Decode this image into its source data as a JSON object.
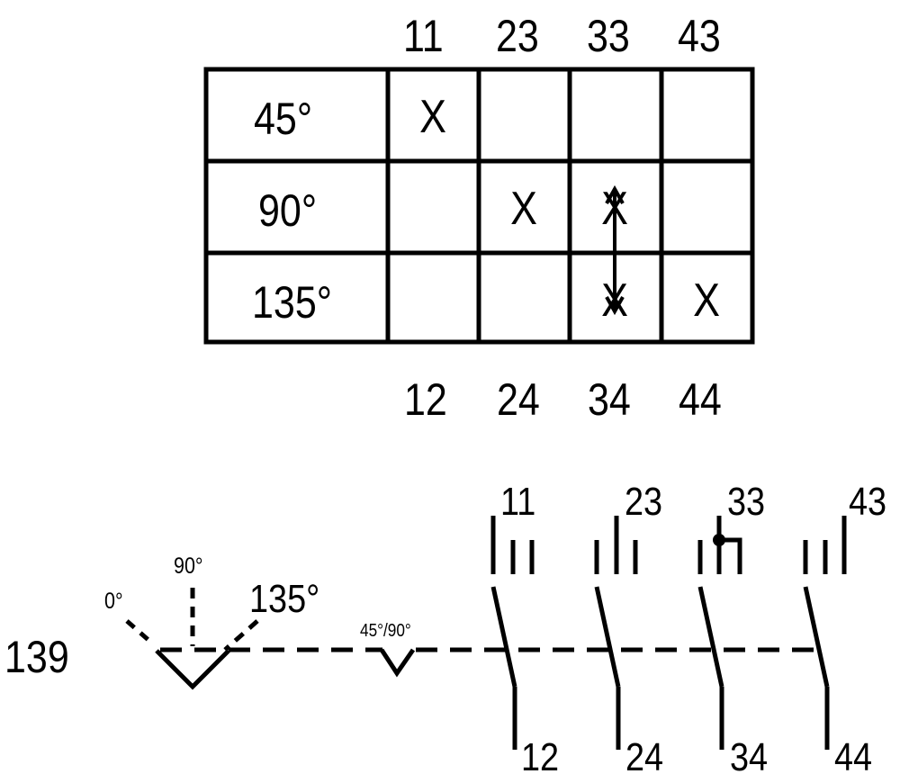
{
  "table": {
    "top_terminals": [
      "11",
      "23",
      "33",
      "43"
    ],
    "bottom_terminals": [
      "12",
      "24",
      "34",
      "44"
    ],
    "rows": [
      {
        "angle": "45°",
        "marks": [
          "X",
          "",
          "",
          ""
        ]
      },
      {
        "angle": "90°",
        "marks": [
          "",
          "X",
          "X",
          ""
        ]
      },
      {
        "angle": "135°",
        "marks": [
          "",
          "",
          "X",
          "X"
        ]
      }
    ]
  },
  "schematic": {
    "switch_id": "139",
    "positions": {
      "p0": "0°",
      "p90": "90°",
      "p135": "135°"
    },
    "detent_label": "45°/90°",
    "contacts": [
      {
        "top": "11",
        "bottom": "12"
      },
      {
        "top": "23",
        "bottom": "24"
      },
      {
        "top": "33",
        "bottom": "34"
      },
      {
        "top": "43",
        "bottom": "44"
      }
    ]
  }
}
